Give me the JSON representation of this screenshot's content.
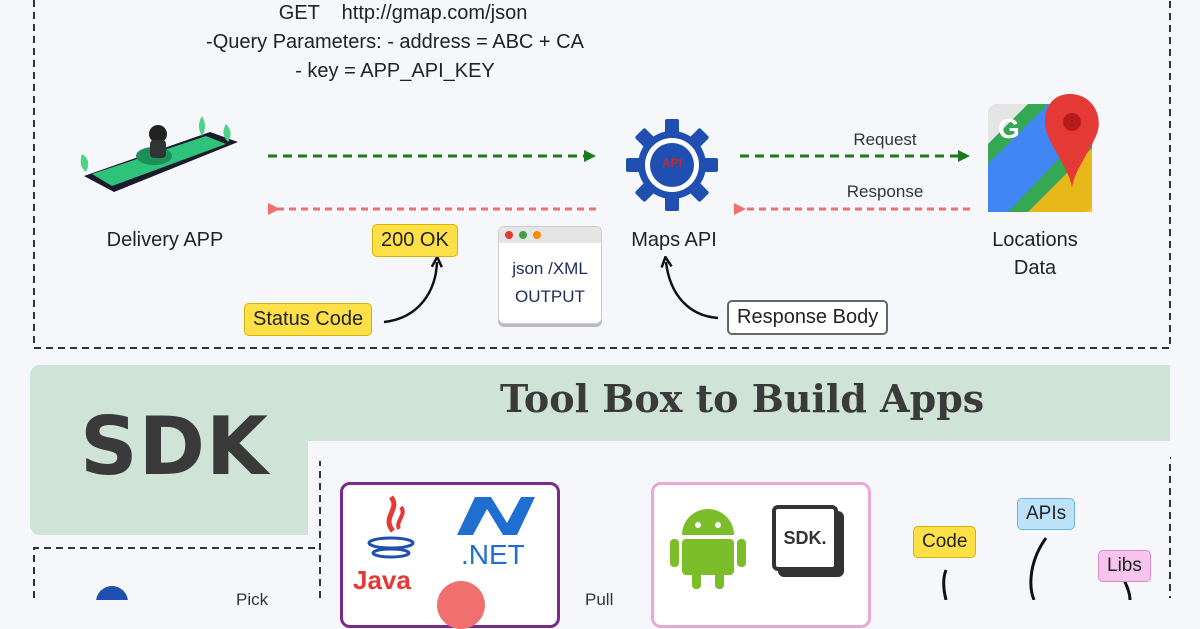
{
  "request": {
    "line1": "GET    http://gmap.com/json",
    "line2": "-Query Parameters: - address = ABC + CA",
    "line3": "- key = APP_API_KEY"
  },
  "nodes": {
    "delivery_app": "Delivery APP",
    "maps_api": "Maps API",
    "api_badge": "API",
    "locations_data_1": "Locations",
    "locations_data_2": "Data"
  },
  "arrows": {
    "request": "Request",
    "response": "Response"
  },
  "tags": {
    "ok": "200 OK",
    "status_code": "Status Code",
    "response_body": "Response Body"
  },
  "output": {
    "line1": "json /XML",
    "line2": "OUTPUT"
  },
  "sdk": {
    "title": "SDK",
    "toolbox": "Tool Box to Build Apps",
    "net": ".NET",
    "java": "Java",
    "sdk_logo": "SDK.",
    "code": "Code",
    "apis": "APIs",
    "libs": "Libs",
    "pick": "Pick",
    "pull": "Pull"
  },
  "colors": {
    "green_arrow": "#1b7a1b",
    "red_arrow": "#f07070",
    "gear_blue": "#1f4fb0",
    "sdk_bg": "#cfe4d6",
    "tag_yellow": "#fde047"
  }
}
